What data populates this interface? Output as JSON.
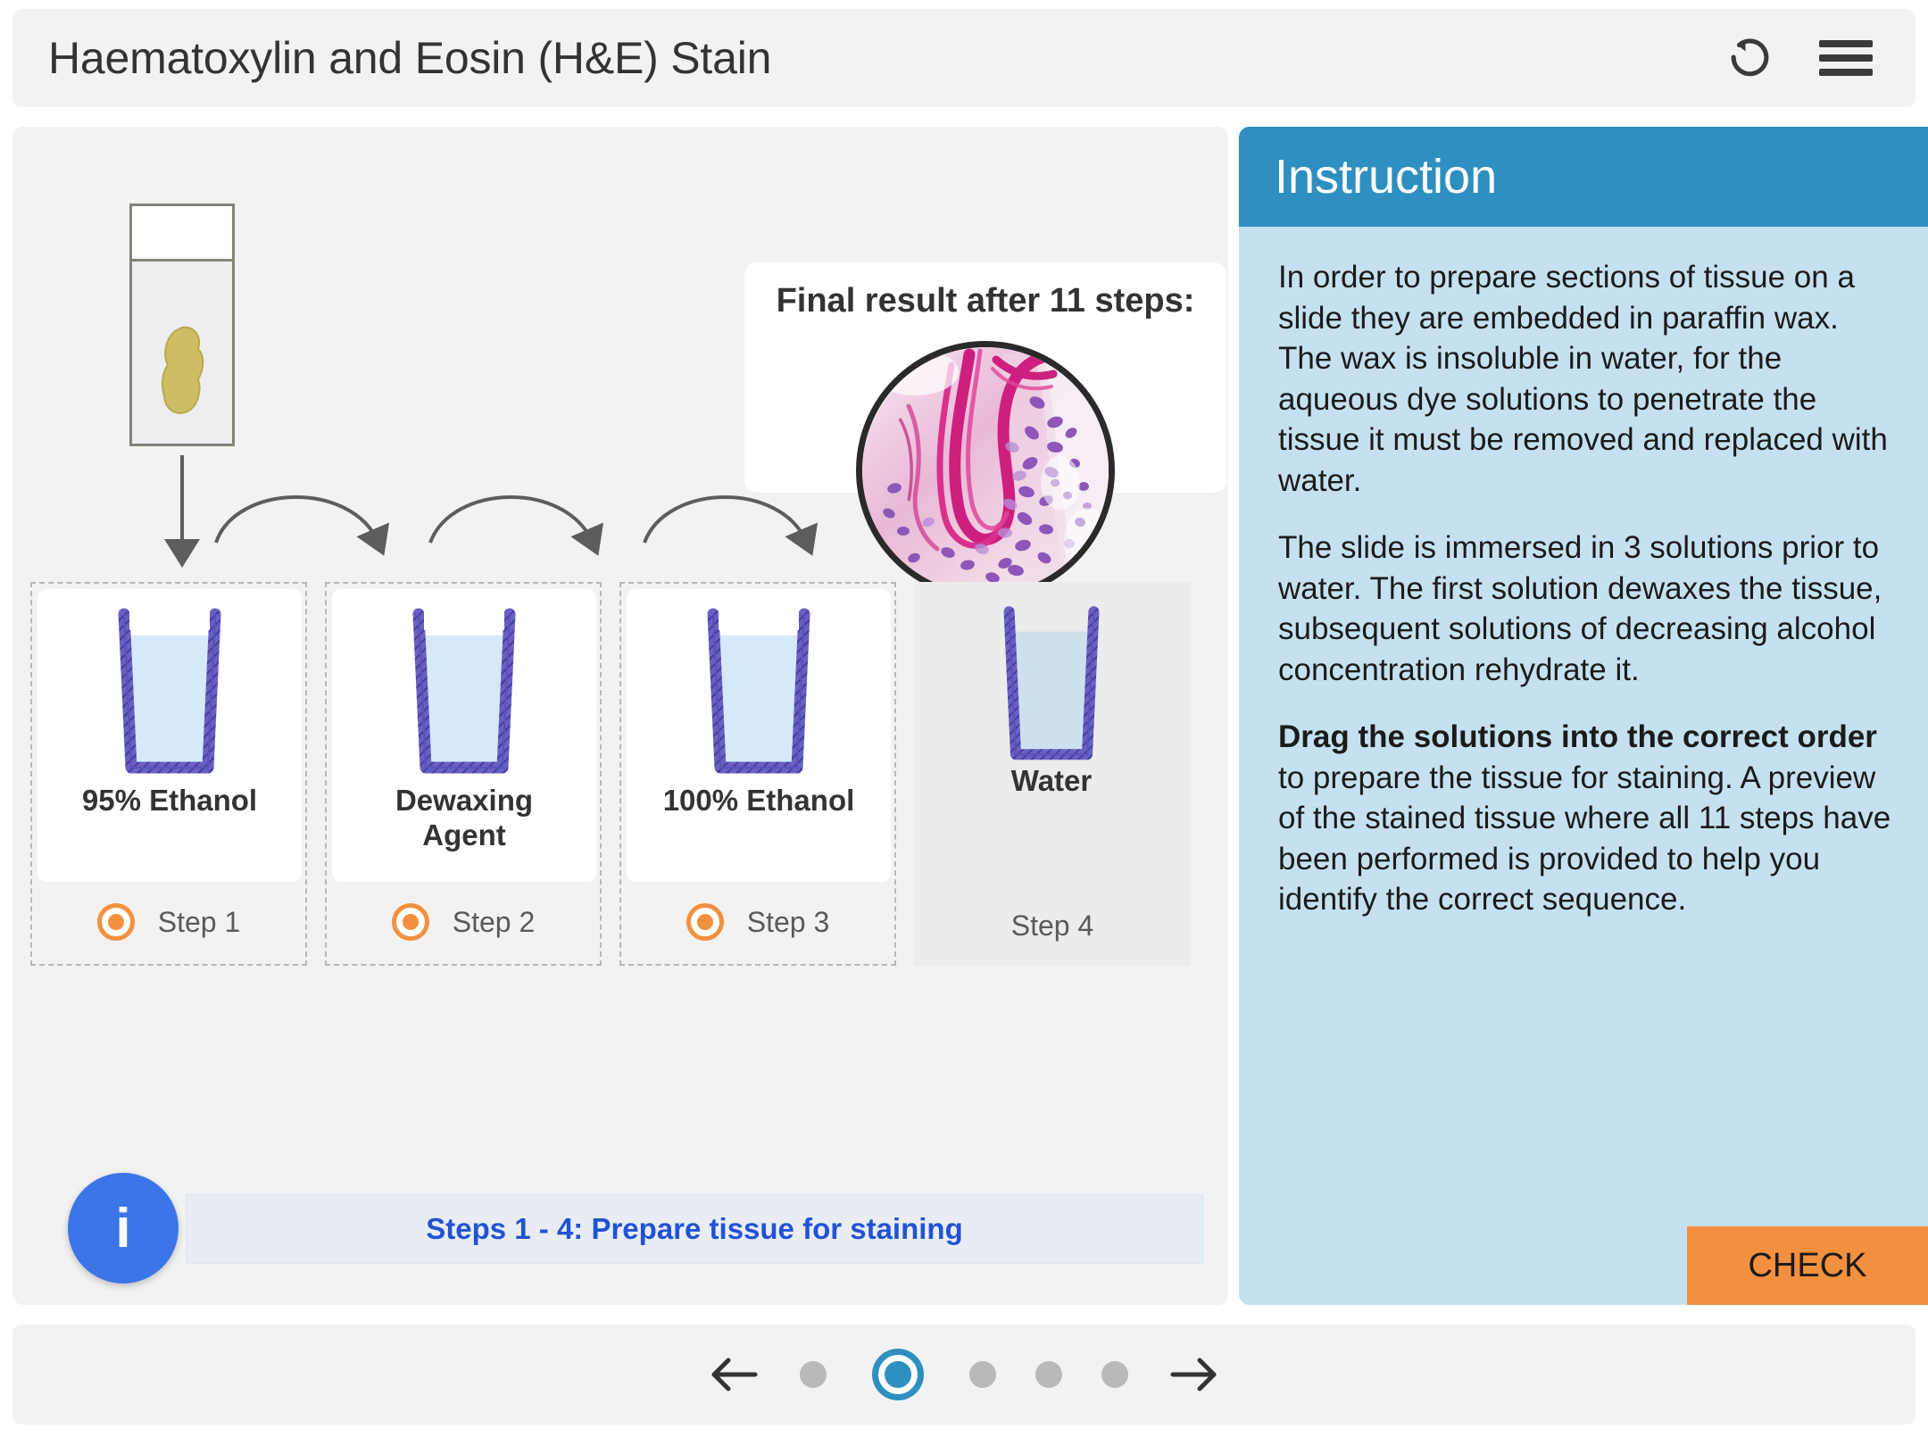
{
  "header": {
    "title": "Haematoxylin and Eosin (H&E) Stain",
    "reset_icon": "reset-rotate-icon",
    "menu_icon": "hamburger-menu-icon"
  },
  "result": {
    "title": "Final result after 11 steps:",
    "image_alt": "stained-tissue-micrograph"
  },
  "beakers": [
    {
      "label": "95% Ethanol",
      "step": "Step 1",
      "draggable": true,
      "has_radio": true
    },
    {
      "label": "Dewaxing\nAgent",
      "label_line1": "Dewaxing",
      "label_line2": "Agent",
      "step": "Step 2",
      "draggable": true,
      "has_radio": true
    },
    {
      "label": "100% Ethanol",
      "step": "Step 3",
      "draggable": true,
      "has_radio": true
    },
    {
      "label": "Water",
      "step": "Step 4",
      "draggable": false,
      "has_radio": false
    }
  ],
  "info_banner": {
    "icon": "info-icon",
    "icon_glyph": "i",
    "text": "Steps 1 - 4: Prepare tissue for staining"
  },
  "instruction": {
    "heading": "Instruction",
    "paragraph_1": "In order to prepare sections of tissue on a slide they are embedded in paraffin wax. The wax is insoluble in water, for the aqueous dye solutions to penetrate the tissue it must be removed and replaced with water.",
    "paragraph_2": "The slide is immersed in 3 solutions prior to water. The first solution dewaxes the tissue, subsequent solutions of decreasing alcohol concentration rehydrate it.",
    "paragraph_3_bold": "Drag the solutions into the correct order",
    "paragraph_3_rest": " to prepare the tissue for staining. A preview of the stained tissue where all 11 steps have been performed is provided to help you identify the correct sequence.",
    "check_label": "CHECK"
  },
  "bottom_nav": {
    "prev_icon": "arrow-left-icon",
    "next_icon": "arrow-right-icon",
    "dot_count": 5,
    "active_index": 1
  },
  "colors": {
    "accent_blue": "#2E8FC0",
    "panel_blue": "#C5E1F0",
    "accent_orange": "#F2903F",
    "info_blue": "#3B75E8",
    "beaker_purple": "#5B52B8",
    "liquid_blue": "#D6E9F8",
    "panel_gray": "#F2F2F2"
  }
}
